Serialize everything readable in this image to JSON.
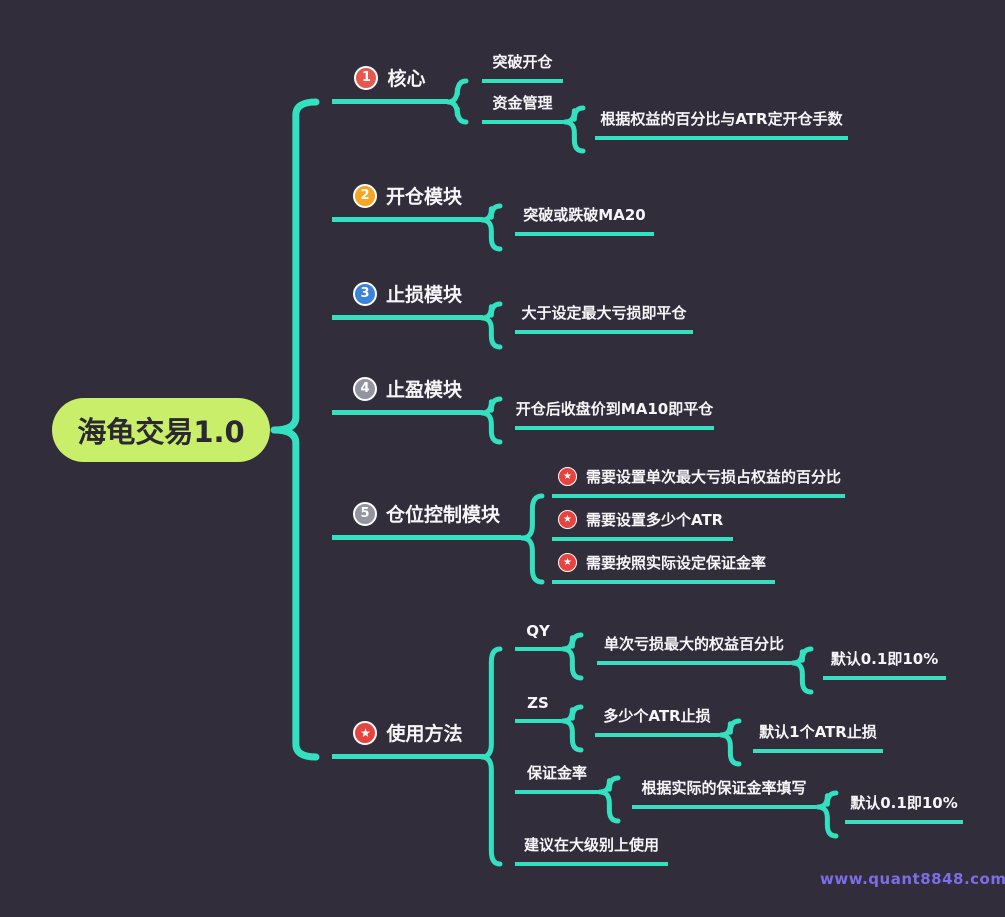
{
  "page": {
    "background": "#312d3a",
    "accent": "#33e1c1",
    "watermark": "www.quant8848.com",
    "watermark_color": "#7b6ee6"
  },
  "root": {
    "label": "海龟交易1.0",
    "bg": "#c9ef6a",
    "text_color": "#2b2834"
  },
  "branches": [
    {
      "label": "核心",
      "badge": "1",
      "badge_color": "#e8564e",
      "children": [
        {
          "label": "突破开仓"
        },
        {
          "label": "资金管理",
          "children": [
            {
              "label": "根据权益的百分比与ATR定开仓手数"
            }
          ]
        }
      ]
    },
    {
      "label": "开仓模块",
      "badge": "2",
      "badge_color": "#f6a623",
      "children": [
        {
          "label": "突破或跌破MA20"
        }
      ]
    },
    {
      "label": "止损模块",
      "badge": "3",
      "badge_color": "#3d82dd",
      "children": [
        {
          "label": "大于设定最大亏损即平仓"
        }
      ]
    },
    {
      "label": "止盈模块",
      "badge": "4",
      "badge_color": "#9295a0",
      "children": [
        {
          "label": "开仓后收盘价到MA10即平仓"
        }
      ]
    },
    {
      "label": "仓位控制模块",
      "badge": "5",
      "badge_color": "#9295a0",
      "children": [
        {
          "icon": "star",
          "icon_color": "#e8443f",
          "label": "需要设置单次最大亏损占权益的百分比"
        },
        {
          "icon": "star",
          "icon_color": "#e8443f",
          "label": "需要设置多少个ATR"
        },
        {
          "icon": "star",
          "icon_color": "#e8443f",
          "label": "需要按照实际设定保证金率"
        }
      ]
    },
    {
      "label": "使用方法",
      "badge": "star",
      "badge_color": "#e8443f",
      "children": [
        {
          "label": "QY",
          "children": [
            {
              "label": "单次亏损最大的权益百分比",
              "children": [
                {
                  "label": "默认0.1即10%"
                }
              ]
            }
          ]
        },
        {
          "label": "ZS",
          "children": [
            {
              "label": "多少个ATR止损",
              "children": [
                {
                  "label": "默认1个ATR止损"
                }
              ]
            }
          ]
        },
        {
          "label": "保证金率",
          "children": [
            {
              "label": "根据实际的保证金率填写",
              "children": [
                {
                  "label": "默认0.1即10%"
                }
              ]
            }
          ]
        },
        {
          "label": "建议在大级别上使用"
        }
      ]
    }
  ]
}
